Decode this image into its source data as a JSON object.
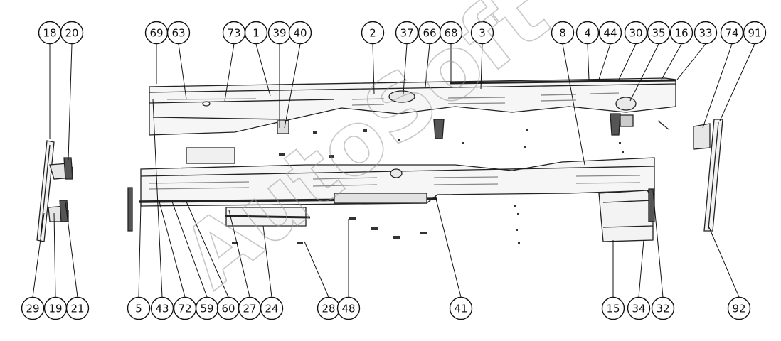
{
  "diagram": {
    "type": "exploded parts diagram",
    "watermark": "AutoSoft",
    "callouts_top": [
      "18",
      "20",
      "69",
      "63",
      "73",
      "1",
      "39",
      "40",
      "2",
      "37",
      "66",
      "68",
      "3",
      "8",
      "4",
      "44",
      "30",
      "35",
      "16",
      "33",
      "74",
      "91"
    ],
    "callouts_bottom": [
      "29",
      "19",
      "21",
      "5",
      "43",
      "72",
      "59",
      "60",
      "27",
      "24",
      "28",
      "48",
      "41",
      "15",
      "34",
      "32",
      "92"
    ]
  },
  "colors": {
    "line": "#222222",
    "bubble": "#111111",
    "watermark": "#9a9a9a",
    "background": "#ffffff"
  }
}
